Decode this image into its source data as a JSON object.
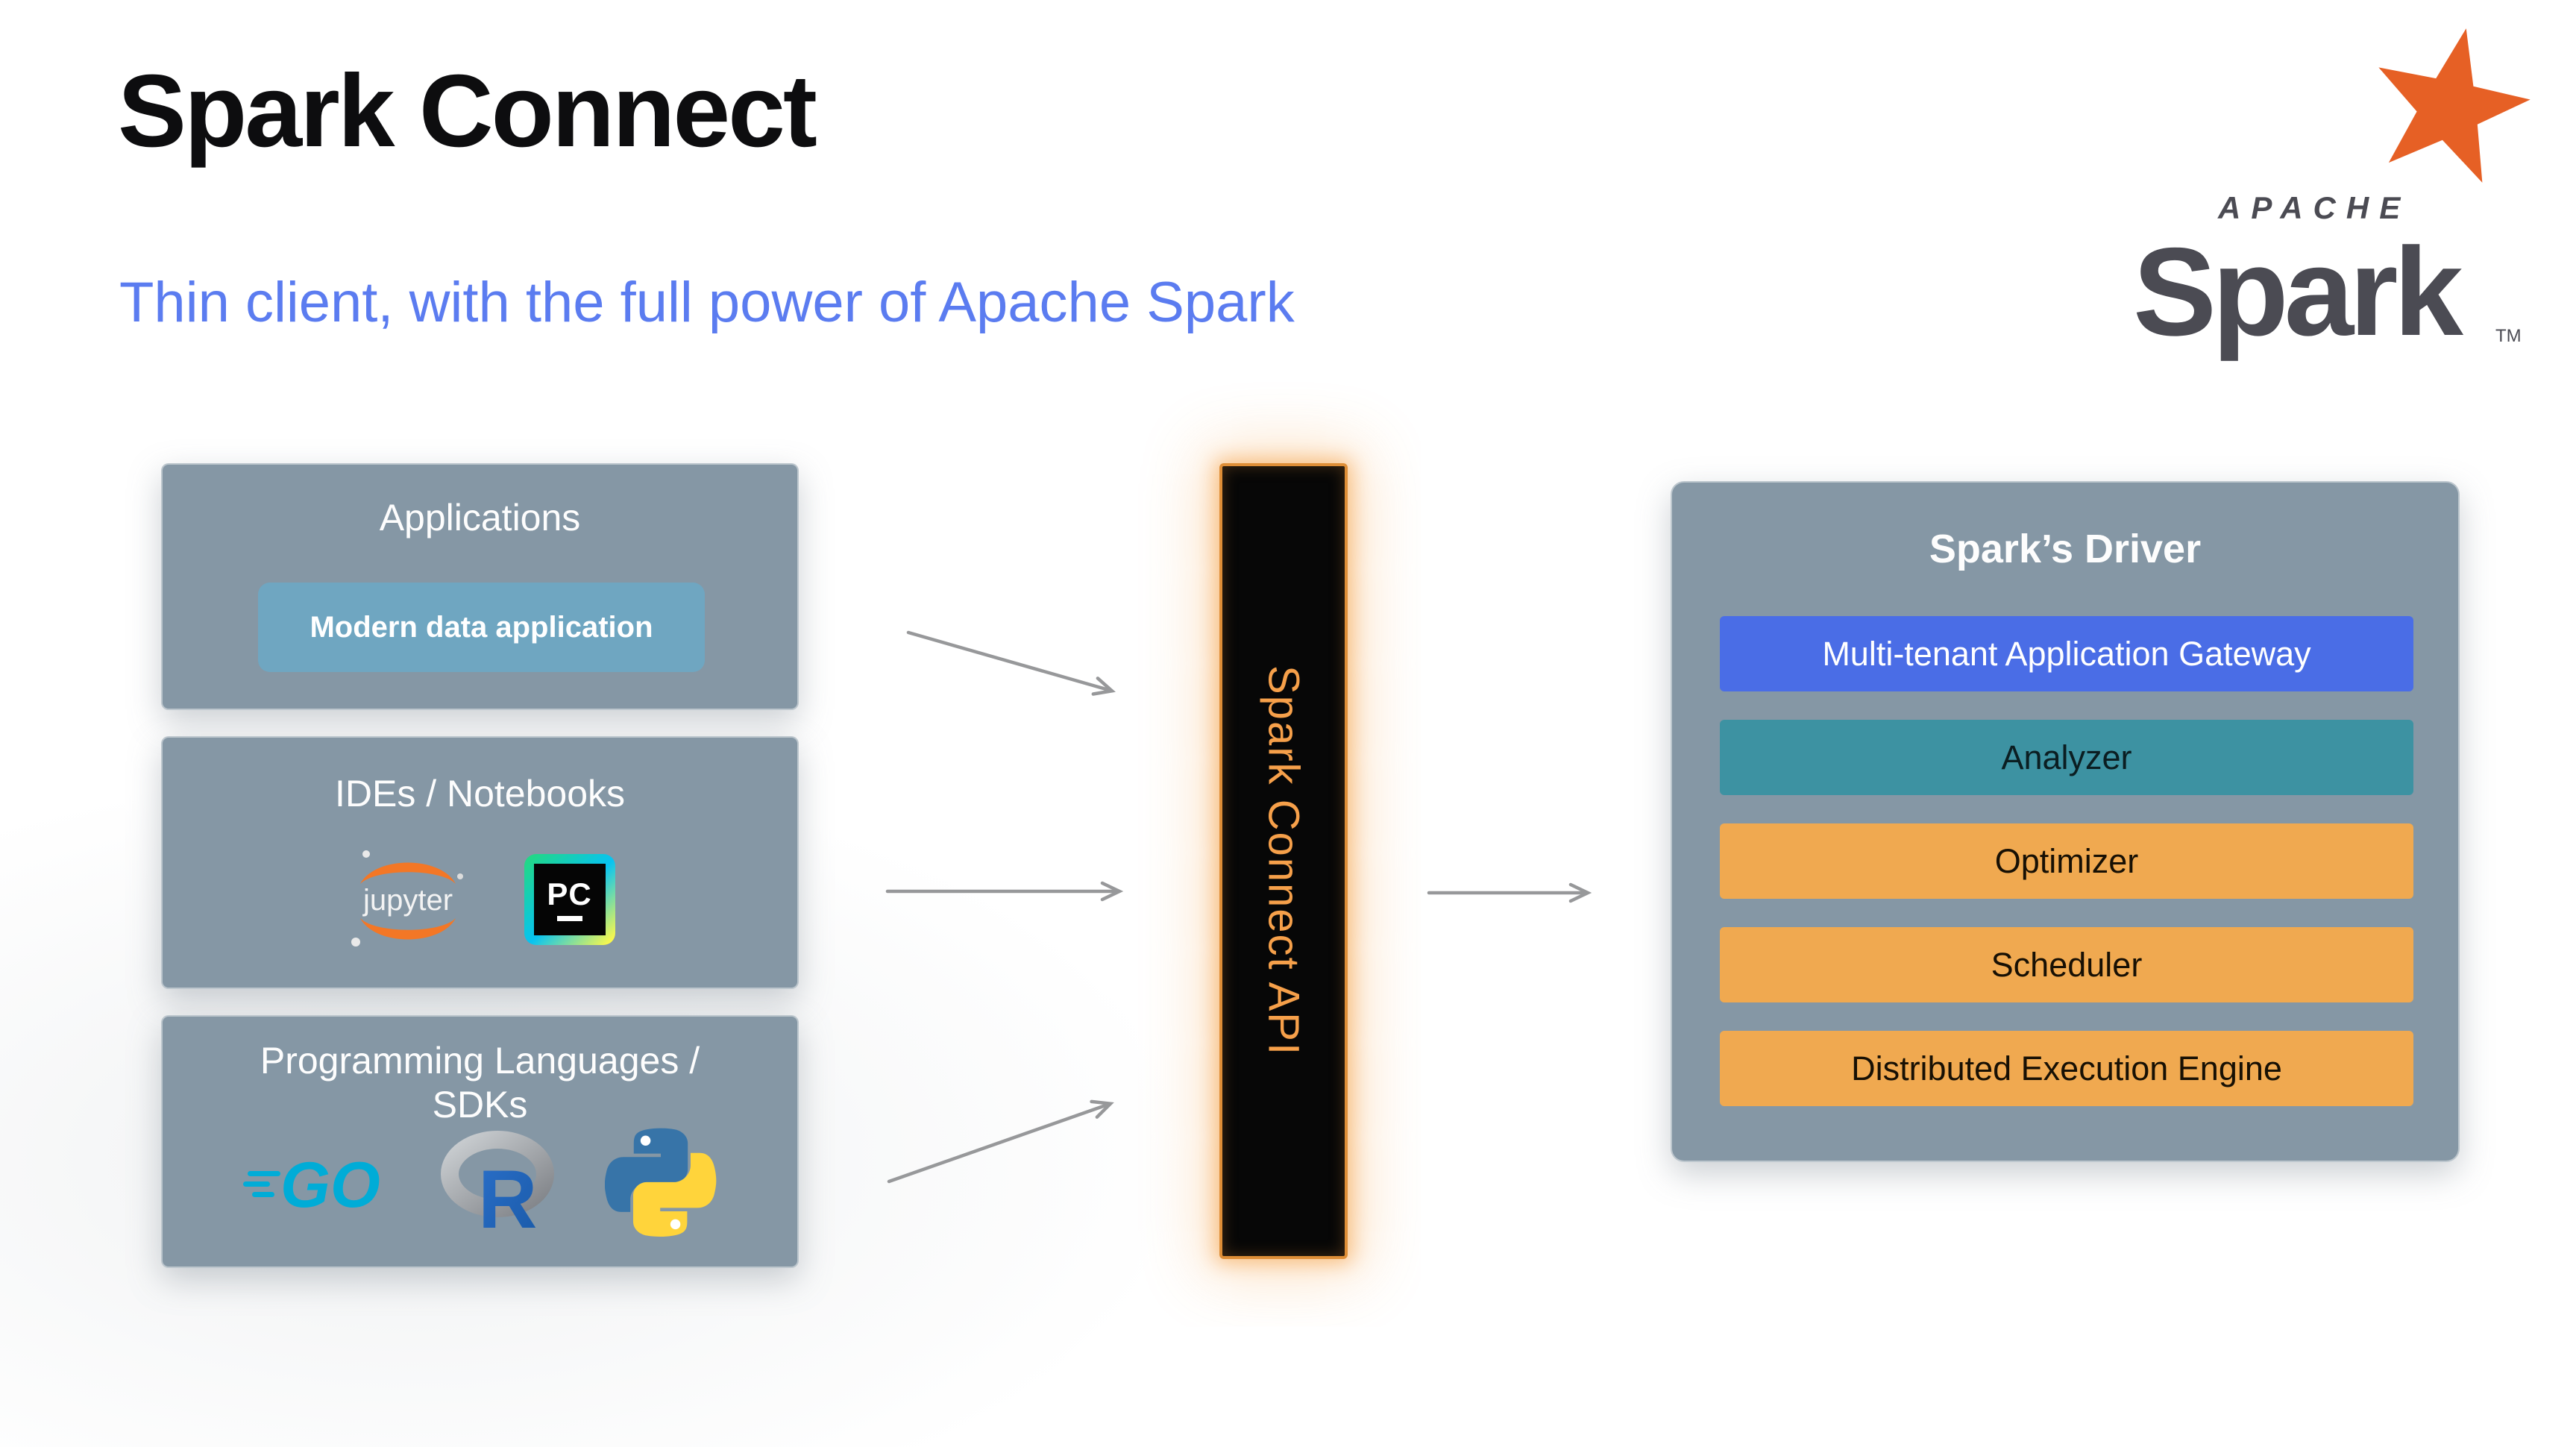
{
  "slide": {
    "title": "Spark Connect",
    "subtitle": "Thin client, with the full power of Apache Spark"
  },
  "brand": {
    "apache_label": "APACHE",
    "wordmark": "Spark",
    "trademark": "TM"
  },
  "clients": {
    "applications": {
      "title": "Applications",
      "chip_label": "Modern data application"
    },
    "ides": {
      "title": "IDEs / Notebooks",
      "jupyter_label": "jupyter",
      "pycharm_label": "PC"
    },
    "languages": {
      "title_line1": "Programming Languages /",
      "title_line2": "SDKs",
      "go_label": "GO",
      "r_label": "R"
    }
  },
  "connector": {
    "label": "Spark Connect API"
  },
  "driver": {
    "title": "Spark’s Driver",
    "components": [
      {
        "label": "Multi-tenant Application Gateway",
        "color": "#4a6de6"
      },
      {
        "label": "Analyzer",
        "color": "#3d92a2"
      },
      {
        "label": "Optimizer",
        "color": "#f0a950"
      },
      {
        "label": "Scheduler",
        "color": "#f0a950"
      },
      {
        "label": "Distributed Execution Engine",
        "color": "#f0a950"
      }
    ]
  },
  "colors": {
    "subtitle_blue": "#5b7cf0",
    "panel_gray": "#8597a5",
    "chip_blue": "#6fa6c1",
    "connector_bg": "#070707",
    "connector_orange": "#f6a04a",
    "spark_star_orange": "#e66025",
    "jupyter_orange": "#f37726",
    "go_blue": "#00acd7",
    "r_blue": "#2268bd",
    "python_blue": "#3774a8",
    "python_yellow": "#ffd43b",
    "arrow_gray": "#97989a"
  }
}
